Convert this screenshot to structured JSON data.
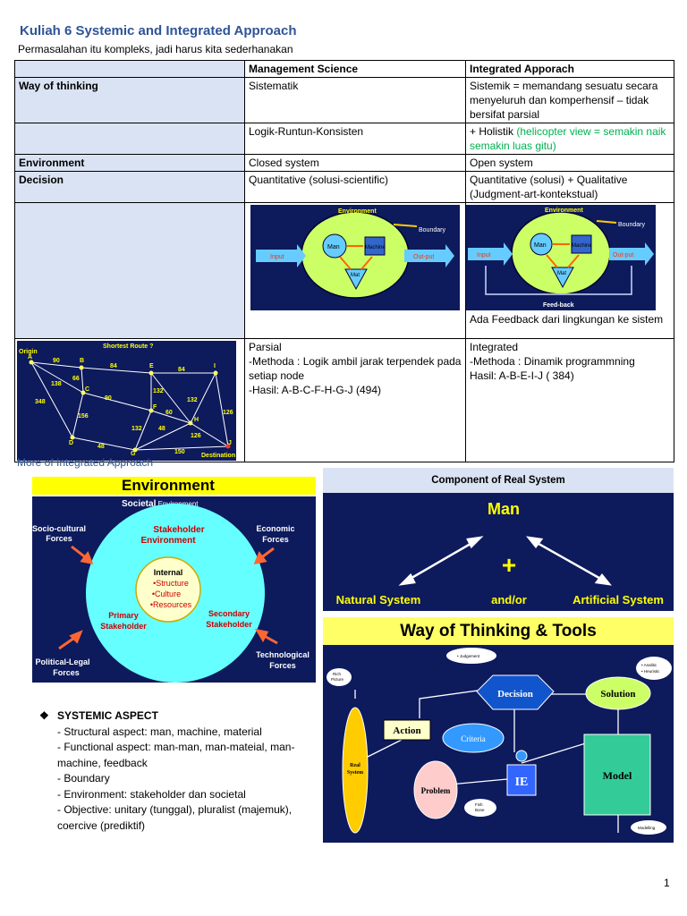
{
  "title": "Kuliah 6 Systemic and Integrated Approach",
  "subtitle": "Permasalahan itu kompleks, jadi harus kita sederhanakan",
  "table": {
    "headers": [
      "",
      "Management Science",
      "Integrated Apporach"
    ],
    "rows": {
      "way_label": "Way of thinking",
      "way_ms_1": "Sistematik",
      "way_ia_1": "Sistemik = memandang sesuatu secara menyeluruh dan komperhensif – tidak bersifat parsial",
      "way_ms_2": "Logik-Runtun-Konsisten",
      "way_ia_2_prefix": "+ Holistik ",
      "way_ia_2_green": "(helicopter view = semakin naik semakin luas gitu)",
      "env_label": "Environment",
      "env_ms": "Closed system",
      "env_ia": "Open system",
      "dec_label": "Decision",
      "dec_ms": "Quantitative (solusi-scientific)",
      "dec_ia": "Quantitative (solusi) + Qualitative (Judgment-art-kontekstual)",
      "feedback_note": "Ada Feedback dari lingkungan ke sistem",
      "route_ms": [
        "Parsial",
        "-Methoda : Logik ambil jarak terpendek pada setiap node",
        "-Hasil: A-B-C-F-H-G-J (494)"
      ],
      "route_ia": [
        "Integrated",
        "-Methoda : Dinamik programmning",
        "Hasil: A-B-E-I-J ( 384)"
      ]
    }
  },
  "system_diagram": {
    "environment": "Environment",
    "boundary": "Boundary",
    "input": "Input",
    "output": "Out-put",
    "man": "Man",
    "machine": "Machine",
    "mat": "Mat",
    "feedback": "Feed-back"
  },
  "route_map": {
    "title": "Shortest Route ?",
    "origin": "Origin",
    "destination": "Destination",
    "nodes": [
      "A",
      "B",
      "C",
      "D",
      "E",
      "F",
      "G",
      "H",
      "I",
      "J"
    ],
    "weights": [
      "90",
      "84",
      "84",
      "66",
      "138",
      "90",
      "132",
      "348",
      "156",
      "60",
      "132",
      "132",
      "48",
      "126",
      "126",
      "48",
      "150"
    ]
  },
  "more_heading": "More of Integrated Approach",
  "env_figure": {
    "title": "Environment",
    "societal_bold": "Societal",
    "societal_rest": " Environment",
    "stakeholder_env": [
      "Stakeholder",
      "Environment"
    ],
    "internal": "Internal",
    "internal_items": [
      "•Structure",
      "•Culture",
      "•Resources"
    ],
    "primary": [
      "Primary",
      "Stakeholder"
    ],
    "secondary": [
      "Secondary",
      "Stakeholder"
    ],
    "socio": [
      "Socio-cultural",
      "Forces"
    ],
    "economic": [
      "Economic",
      "Forces"
    ],
    "political": [
      "Political-Legal",
      "Forces"
    ],
    "technological": [
      "Technological",
      "Forces"
    ]
  },
  "component_figure": {
    "title": "Component of Real System",
    "man": "Man",
    "plus": "+",
    "natural": "Natural System",
    "andor": "and/or",
    "artificial": "Artificial System"
  },
  "tools_figure": {
    "title": "Way of Thinking & Tools",
    "rich_picture": [
      "Rich",
      "Picture"
    ],
    "judgement": "• Judgement",
    "analitic": [
      "• Analitic",
      "• Heuristic"
    ],
    "decision": "Decision",
    "solution": "Solution",
    "action": "Action",
    "criteria": "Criteria",
    "real_system": [
      "Real",
      "System"
    ],
    "problem": "Problem",
    "fish_bone": [
      "Fish",
      "Bone"
    ],
    "ie": "IE",
    "model": "Model",
    "modelling": "Modelling"
  },
  "systemic_aspect": {
    "heading": "SYSTEMIC ASPECT",
    "items": [
      "- Structural aspect: man, machine, material",
      "- Functional aspect: man-man, man-mateial, man-machine, feedback",
      "- Boundary",
      "- Environment: stakeholder dan societal",
      "- Objective: unitary (tunggal), pluralist (majemuk), coercive (prediktif)"
    ]
  },
  "page_number": "1",
  "colors": {
    "title_blue": "#2f5496",
    "header_fill": "#dae3f3",
    "navy": "#0d1a5c",
    "yellow": "#ffff00",
    "green": "#00b050"
  }
}
